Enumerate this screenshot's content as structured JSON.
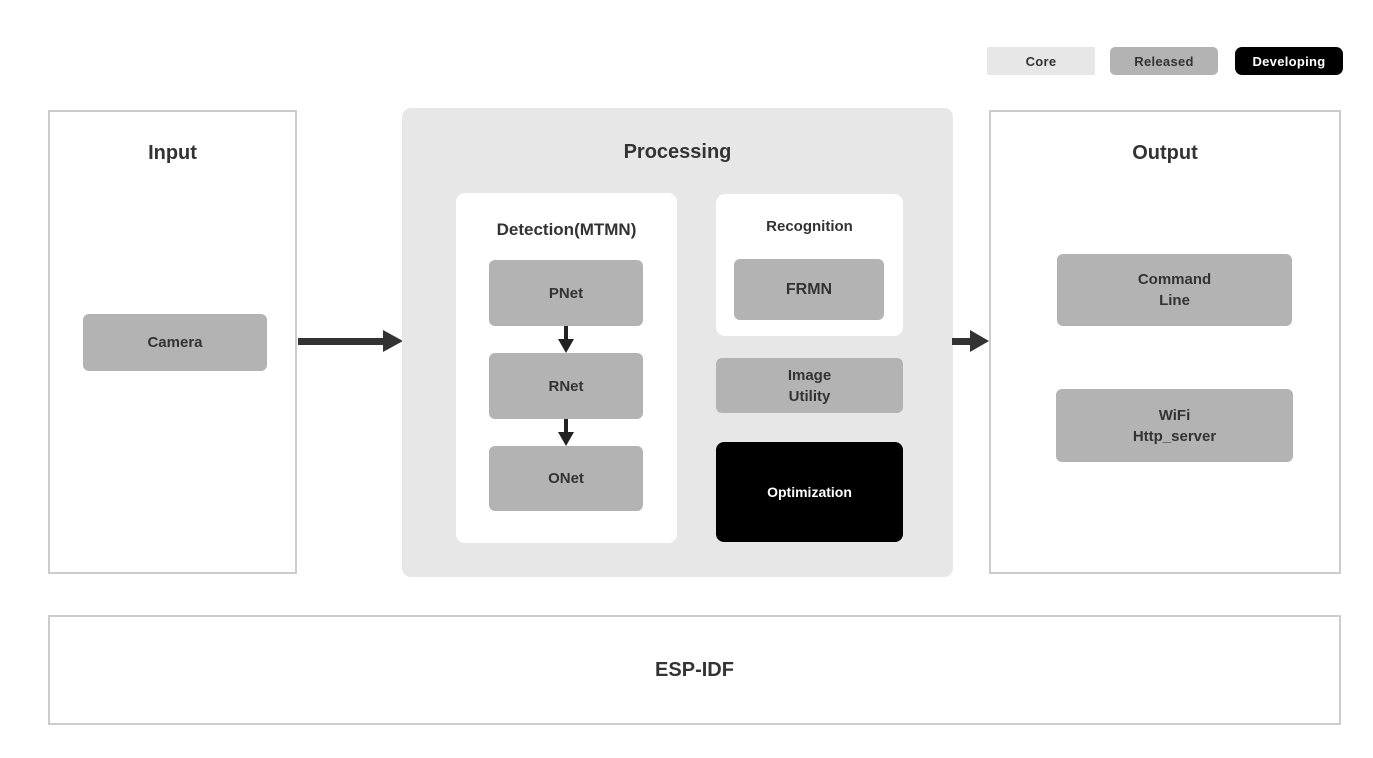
{
  "legend": {
    "items": [
      {
        "label": "Core"
      },
      {
        "label": "Released"
      },
      {
        "label": "Developing"
      }
    ]
  },
  "input": {
    "title": "Input",
    "camera": "Camera"
  },
  "processing": {
    "title": "Processing",
    "detection": {
      "title": "Detection(MTMN)",
      "nodes": [
        "PNet",
        "RNet",
        "ONet"
      ]
    },
    "recognition": {
      "title": "Recognition",
      "node": "FRMN"
    },
    "image_utility": {
      "lines": [
        "Image",
        "Utility"
      ]
    },
    "optimization": {
      "label": "Optimization"
    }
  },
  "output": {
    "title": "Output",
    "boxes": [
      {
        "lines": [
          "Command",
          "Line"
        ]
      },
      {
        "lines": [
          "WiFi",
          "Http_server"
        ]
      }
    ]
  },
  "foundation": {
    "title": "ESP-IDF"
  },
  "colors": {
    "core_badge": "#e7e7e7",
    "released_gray": "#b3b3b3",
    "developing_black": "#000000",
    "processing_bg": "#e7e7e7",
    "panel_border": "#cccccc",
    "text": "#333333",
    "arrow": "#333333"
  }
}
